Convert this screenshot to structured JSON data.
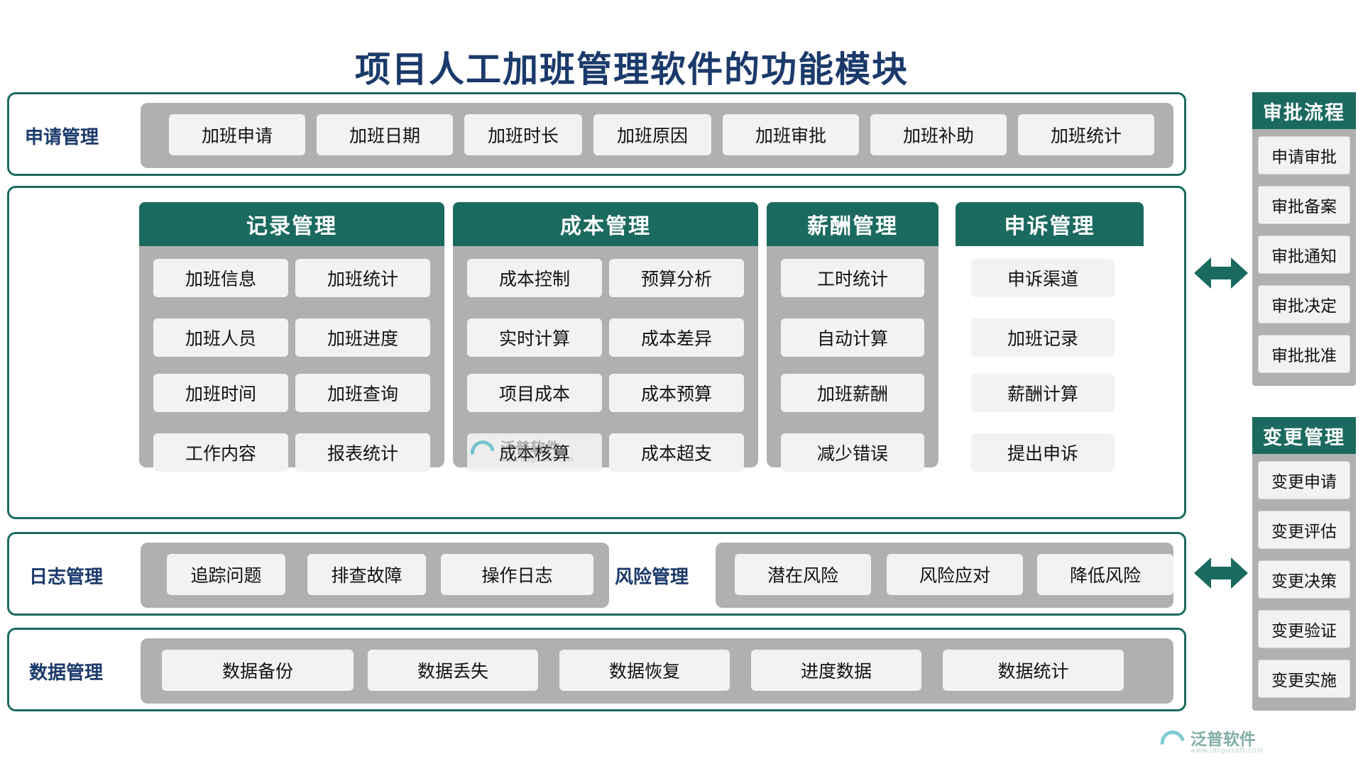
{
  "title": "项目人工加班管理软件的功能模块",
  "colors": {
    "teal": "#1b6a5f",
    "navy": "#1b3a6b",
    "tray": "#b0b0b0",
    "chip": "#f2f2f2"
  },
  "sections": {
    "apply": {
      "label": "申请管理",
      "chips": [
        "加班申请",
        "加班日期",
        "加班时长",
        "加班原因",
        "加班审批",
        "加班补助",
        "加班统计"
      ]
    },
    "middle": {
      "columns": [
        {
          "header": "记录管理",
          "chips": [
            "加班信息",
            "加班统计",
            "加班人员",
            "加班进度",
            "加班时间",
            "加班查询",
            "工作内容",
            "报表统计"
          ]
        },
        {
          "header": "成本管理",
          "chips": [
            "成本控制",
            "预算分析",
            "实时计算",
            "成本差异",
            "项目成本",
            "成本预算",
            "成本核算",
            "成本超支"
          ]
        },
        {
          "header": "薪酬管理",
          "chips": [
            "工时统计",
            "自动计算",
            "加班薪酬",
            "减少错误"
          ]
        },
        {
          "header": "申诉管理",
          "chips": [
            "申诉渠道",
            "加班记录",
            "薪酬计算",
            "提出申诉"
          ]
        }
      ]
    },
    "log": {
      "label": "日志管理",
      "chips": [
        "追踪问题",
        "排查故障",
        "操作日志"
      ]
    },
    "risk": {
      "label": "风险管理",
      "chips": [
        "潜在风险",
        "风险应对",
        "降低风险"
      ]
    },
    "data": {
      "label": "数据管理",
      "chips": [
        "数据备份",
        "数据丢失",
        "数据恢复",
        "进度数据",
        "数据统计"
      ]
    }
  },
  "side": {
    "approval": {
      "header": "审批流程",
      "items": [
        "申请审批",
        "审批备案",
        "审批通知",
        "审批决定",
        "审批批准"
      ]
    },
    "change": {
      "header": "变更管理",
      "items": [
        "变更申请",
        "变更评估",
        "变更决策",
        "变更验证",
        "变更实施"
      ]
    }
  },
  "watermark": {
    "name": "泛普软件",
    "url": "www.fanpusoft.com"
  },
  "watermark_bottom": {
    "name": "泛普软件",
    "url": "www.lanpusoft.com"
  }
}
